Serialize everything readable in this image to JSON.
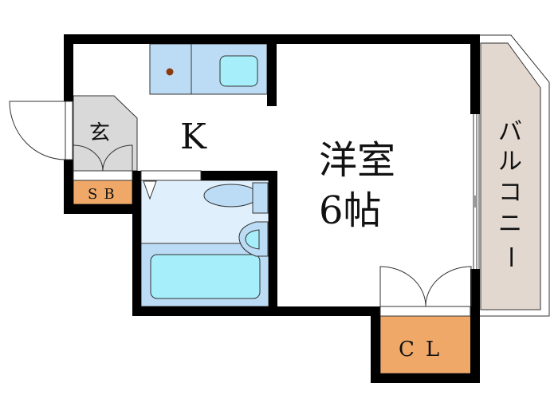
{
  "floorplan": {
    "rooms": {
      "western_room": {
        "line1": "洋室",
        "line2": "6帖"
      },
      "kitchen": {
        "label": "K"
      },
      "entrance": {
        "label": "玄"
      },
      "shoe_box": {
        "label": "SB"
      },
      "closet": {
        "label": "CL"
      },
      "balcony": {
        "chars": [
          "バ",
          "ル",
          "コ",
          "ニ",
          "ー"
        ]
      }
    },
    "colors": {
      "wall": "#000000",
      "kitchen_counter": "#bcdcf5",
      "sink": "#a6eefa",
      "bath_floor": "#dff0fc",
      "bath_unit": "#bcdcf5",
      "tub": "#a6eefa",
      "storage": "#f0a868",
      "entrance_floor": "#d9d9d9",
      "balcony": "#e2d8d0",
      "stove_dot": "#8b3a0e"
    }
  }
}
